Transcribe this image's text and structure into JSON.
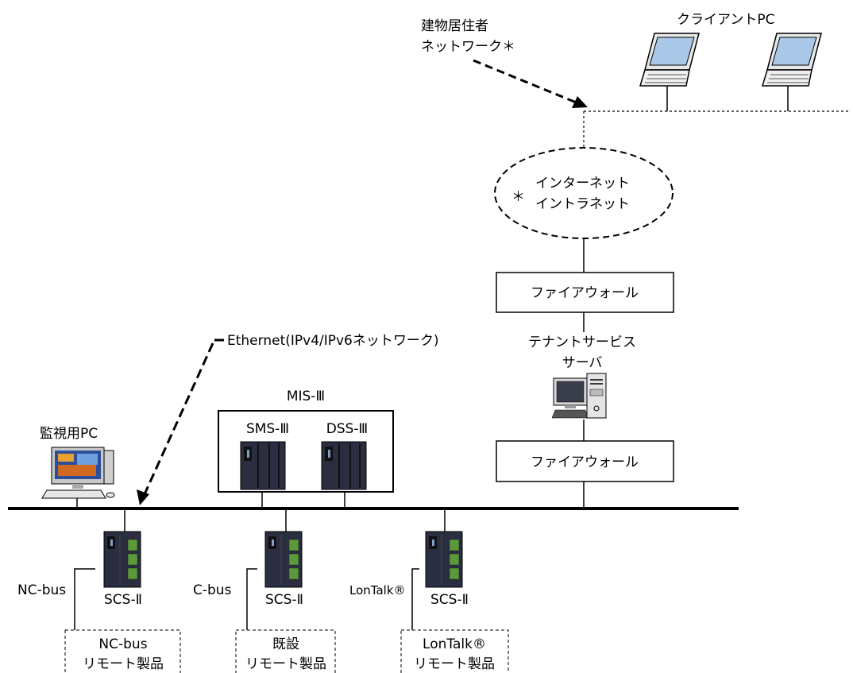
{
  "labels": {
    "client_pc": "クライアントPC",
    "resident_network_line1": "建物居住者",
    "resident_network_line2": "ネットワーク＊",
    "internet_asterisk": "＊",
    "internet_line1": "インターネット",
    "internet_line2": "イントラネット",
    "firewall_top": "ファイアウォール",
    "tenant_server_line1": "テナントサービス",
    "tenant_server_line2": "サーバ",
    "firewall_bottom": "ファイアウォール",
    "ethernet": "Ethernet(IPv4/IPv6ネットワーク)",
    "mis": "MIS-Ⅲ",
    "sms": "SMS-Ⅲ",
    "dss": "DSS-Ⅲ",
    "monitor_pc": "監視用PC"
  },
  "controllers": [
    {
      "name": "SCS-Ⅱ",
      "bus": "NC-bus",
      "remote_line1": "NC-bus",
      "remote_line2": "リモート製品"
    },
    {
      "name": "SCS-Ⅱ",
      "bus": "C-bus",
      "remote_line1": "既設",
      "remote_line2": "リモート製品"
    },
    {
      "name": "SCS-Ⅱ",
      "bus": "LonTalk®",
      "remote_line1": "LonTalk®",
      "remote_line2": "リモート製品"
    }
  ],
  "colors": {
    "line": "#000000",
    "laptop_screen": "#a9c8e8",
    "device_dark": "#2a2e40",
    "device_green": "#5a9a3a"
  }
}
